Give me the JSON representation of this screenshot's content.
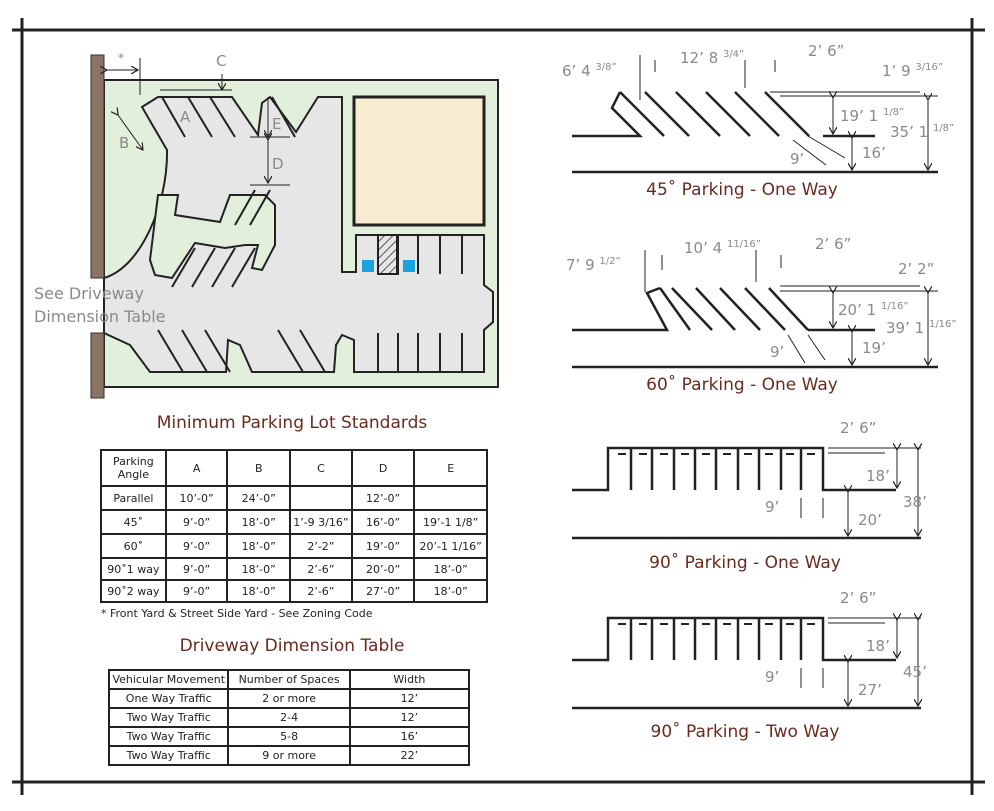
{
  "site_plan": {
    "labels": {
      "setback": "*",
      "A": "A",
      "B": "B",
      "C": "C",
      "D": "D",
      "E": "E"
    },
    "driveway_note_line1": "See Driveway",
    "driveway_note_line2": "Dimension Table",
    "colors": {
      "road": "#8b7366",
      "lot": "#e2efda",
      "aisle": "#e6e6e6",
      "building": "#f8ecd0",
      "accessible": "#1aa3e0"
    }
  },
  "diagrams": [
    {
      "title": "45˚ Parking - One Way",
      "labels": {
        "offset": "6’ 4",
        "offset_frac": "3/8”",
        "spacing": "12’ 8",
        "spacing_frac": "3/4”",
        "overhang": "2’ 6”",
        "c": "1’ 9",
        "c_frac": "3/16”",
        "e": "19’ 1",
        "e_frac": "1/8”",
        "total": "35’ 1",
        "total_frac": "1/8”",
        "aisle": "16’",
        "width": "9’"
      }
    },
    {
      "title": "60˚ Parking - One Way",
      "labels": {
        "offset": "7’ 9",
        "offset_frac": "1/2”",
        "spacing": "10’ 4",
        "spacing_frac": "11/16”",
        "overhang": "2’ 6”",
        "c": "2’ 2”",
        "e": "20’ 1",
        "e_frac": "1/16”",
        "total": "39’ 1",
        "total_frac": "1/16”",
        "aisle": "19’",
        "width": "9’"
      }
    },
    {
      "title": "90˚ Parking - One Way",
      "labels": {
        "overhang": "2’ 6”",
        "stall": "18’",
        "total": "38’",
        "width": "9’",
        "aisle": "20’"
      }
    },
    {
      "title": "90˚ Parking - Two Way",
      "labels": {
        "overhang": "2’ 6”",
        "stall": "18’",
        "total": "45’",
        "width": "9’",
        "aisle": "27’"
      }
    }
  ],
  "standards": {
    "title": "Minimum Parking Lot Standards",
    "headers": [
      "Parking Angle",
      "A",
      "B",
      "C",
      "D",
      "E"
    ],
    "rows": [
      [
        "Parallel",
        "10’-0”",
        "24’-0”",
        "",
        "12’-0”",
        ""
      ],
      [
        "45˚",
        "9’-0”",
        "18’-0”",
        "1’-9 3/16”",
        "16’-0”",
        "19’-1 1/8”"
      ],
      [
        "60˚",
        "9’-0”",
        "18’-0”",
        "2’-2”",
        "19’-0”",
        "20’-1 1/16”"
      ],
      [
        "90˚1 way",
        "9’-0”",
        "18’-0”",
        "2’-6”",
        "20’-0”",
        "18’-0”"
      ],
      [
        "90˚2 way",
        "9’-0”",
        "18’-0”",
        "2’-6”",
        "27’-0”",
        "18’-0”"
      ]
    ],
    "footnote": "* Front Yard & Street Side Yard - See Zoning Code"
  },
  "driveway": {
    "title": "Driveway Dimension Table",
    "headers": [
      "Vehicular Movement",
      "Number of Spaces",
      "Width"
    ],
    "rows": [
      [
        "One Way Traffic",
        "2 or more",
        "12’"
      ],
      [
        "Two Way Traffic",
        "2-4",
        "12’"
      ],
      [
        "Two Way Traffic",
        "5-8",
        "16’"
      ],
      [
        "Two Way Traffic",
        "9 or more",
        "22’"
      ]
    ]
  }
}
